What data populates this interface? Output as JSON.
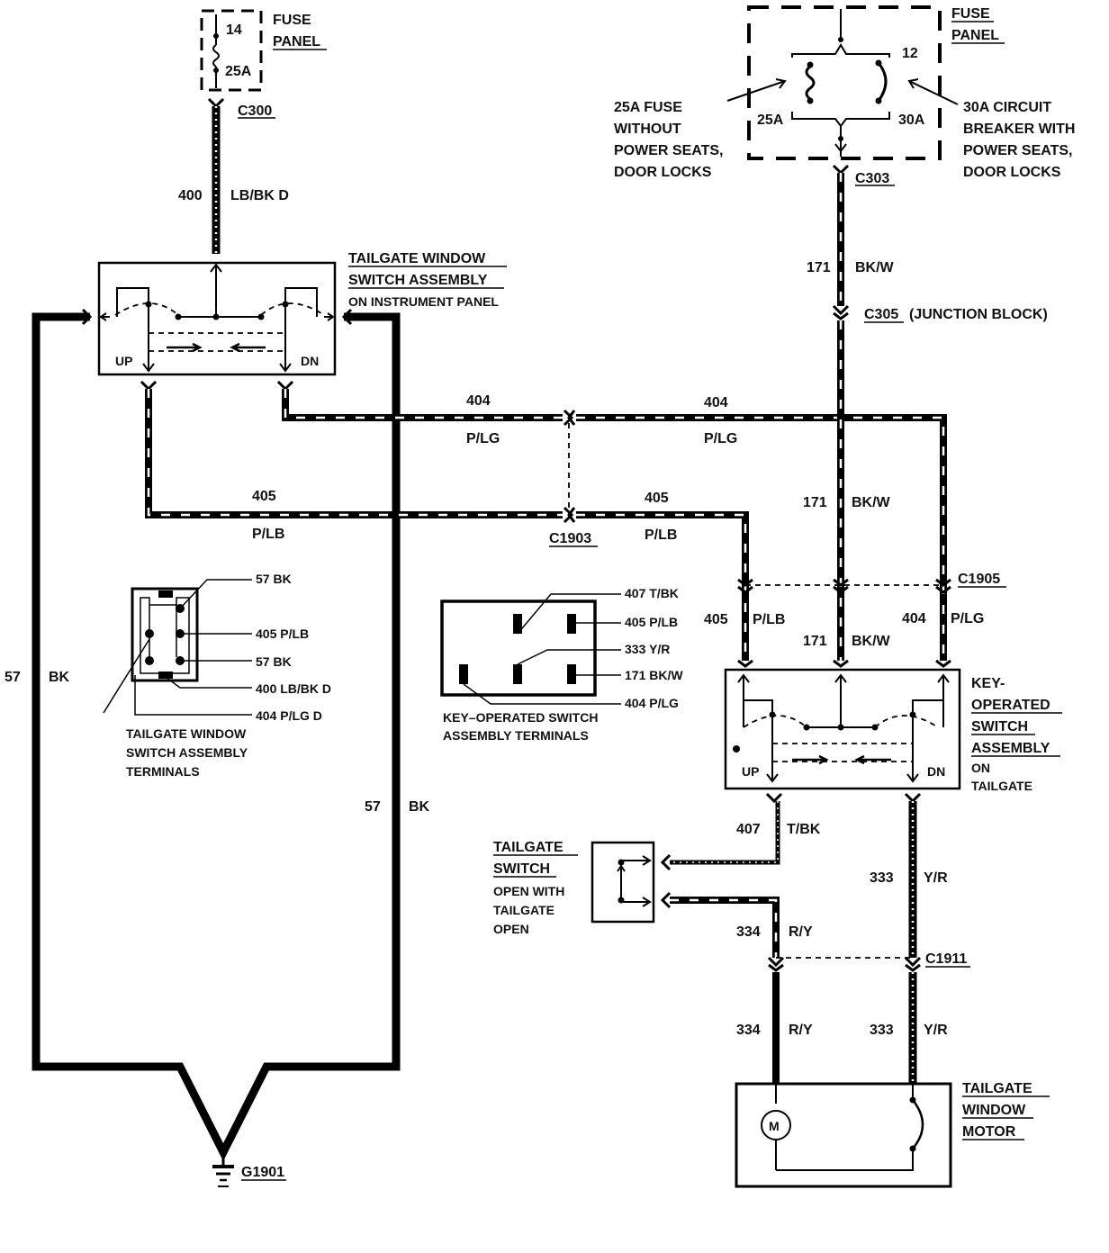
{
  "fuse_panel_left": {
    "title_line1": "FUSE",
    "title_line2": "PANEL",
    "fuse_number": "14",
    "fuse_rating": "25A"
  },
  "fuse_panel_right": {
    "title_line1": "FUSE",
    "title_line2": "PANEL",
    "fuse_number": "12",
    "rating_left": "25A",
    "rating_right": "30A",
    "note_left": [
      "25A FUSE",
      "WITHOUT",
      "POWER SEATS,",
      "DOOR LOCKS"
    ],
    "note_right": [
      "30A CIRCUIT",
      "BREAKER WITH",
      "POWER SEATS,",
      "DOOR LOCKS"
    ]
  },
  "connectors": {
    "c300": "C300",
    "c303": "C303",
    "c305": "C305",
    "c305_note": "(JUNCTION BLOCK)",
    "c1903": "C1903",
    "c1905": "C1905",
    "c1911": "C1911",
    "ground": "G1901"
  },
  "wires": {
    "w400_num": "400",
    "w400_color": "LB/BK D",
    "w171_num": "171",
    "w171_color": "BK/W",
    "w404_num": "404",
    "w404_color": "P/LG",
    "w405_num": "405",
    "w405_color": "P/LB",
    "w57_num": "57",
    "w57_color": "BK",
    "w407_num": "407",
    "w407_color": "T/BK",
    "w333_num": "333",
    "w333_color": "Y/R",
    "w334_num": "334",
    "w334_color": "R/Y"
  },
  "tailgate_window_switch": {
    "title_line1": "TAILGATE WINDOW",
    "title_line2": "SWITCH ASSEMBLY",
    "subtitle": "ON INSTRUMENT PANEL",
    "up": "UP",
    "dn": "DN"
  },
  "key_operated_switch": {
    "title_line1": "KEY-",
    "title_line2": "OPERATED",
    "title_line3": "SWITCH",
    "title_line4": "ASSEMBLY",
    "subtitle_line1": "ON",
    "subtitle_line2": "TAILGATE",
    "up": "UP",
    "dn": "DN"
  },
  "tailgate_terminals": {
    "pins": [
      "57 BK",
      "405 P/LB",
      "57 BK",
      "400 LB/BK D",
      "404 P/LG D"
    ],
    "caption": [
      "TAILGATE WINDOW",
      "SWITCH ASSEMBLY",
      "TERMINALS"
    ]
  },
  "key_terminals": {
    "pins": [
      "407 T/BK",
      "405 P/LB",
      "333 Y/R",
      "171 BK/W",
      "404 P/LG"
    ],
    "caption": [
      "KEY–OPERATED SWITCH",
      "ASSEMBLY TERMINALS"
    ]
  },
  "tailgate_switch": {
    "title_line1": "TAILGATE",
    "title_line2": "SWITCH",
    "note": [
      "OPEN WITH",
      "TAILGATE",
      "OPEN"
    ]
  },
  "motor": {
    "title_line1": "TAILGATE",
    "title_line2": "WINDOW",
    "title_line3": "MOTOR",
    "symbol": "M"
  }
}
